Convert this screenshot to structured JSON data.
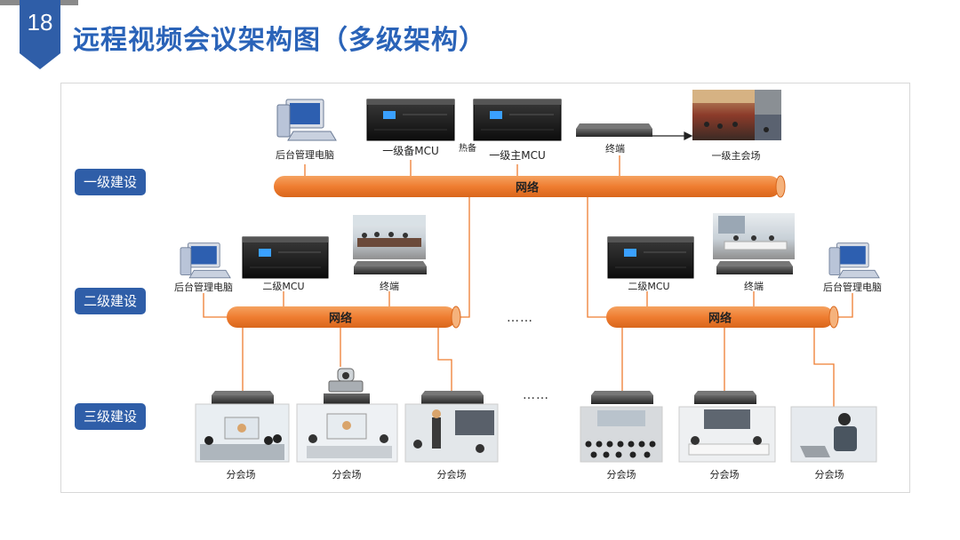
{
  "slide": {
    "number": "18",
    "title": "远程视频会议架构图（多级架构）",
    "accent_color": "#2a63b8",
    "badge_color": "#2f5ea8",
    "bus_color": "#ef7d31"
  },
  "levels": [
    "一级建设",
    "二级建设",
    "三级建设"
  ],
  "level1": {
    "pc": "后台管理电脑",
    "mcu_backup": "一级备MCU",
    "hot_standby": "热备",
    "mcu_main": "一级主MCU",
    "terminal": "终端",
    "main_venue": "一级主会场",
    "network": "网络"
  },
  "level2_left": {
    "pc": "后台管理电脑",
    "mcu": "二级MCU",
    "terminal": "终端",
    "network": "网络"
  },
  "level2_right": {
    "mcu": "二级MCU",
    "terminal": "终端",
    "pc": "后台管理电脑",
    "network": "网络"
  },
  "ellipsis": "……",
  "branches": [
    "分会场",
    "分会场",
    "分会场",
    "分会场",
    "分会场",
    "分会场"
  ]
}
